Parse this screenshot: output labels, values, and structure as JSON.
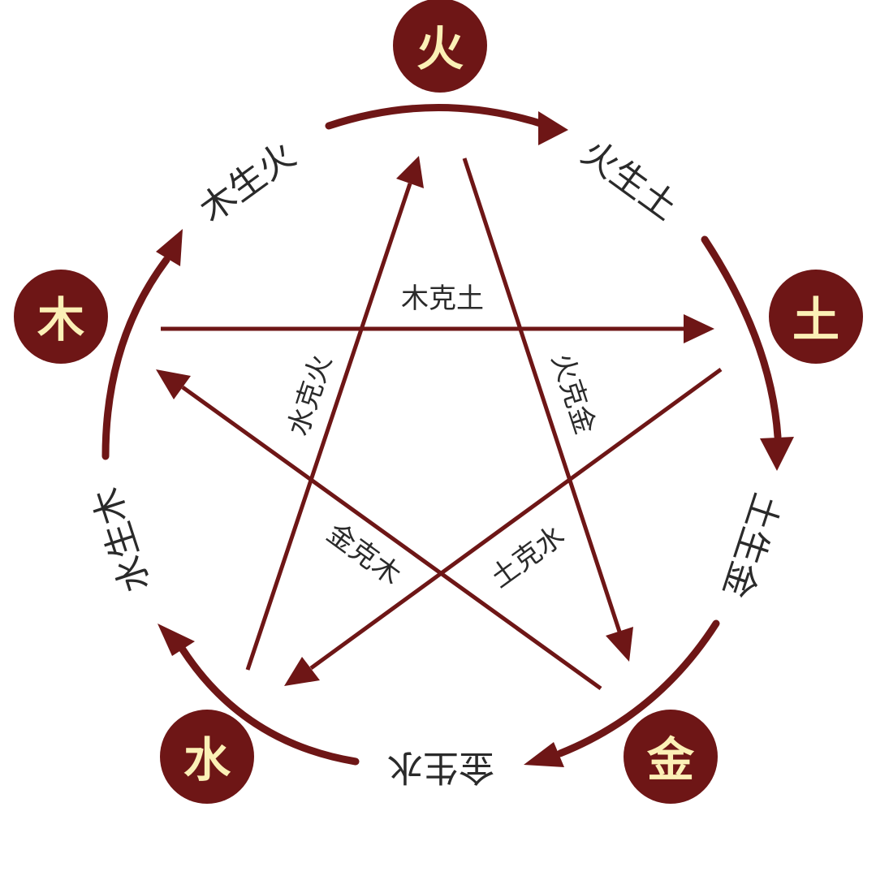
{
  "elements": {
    "fire": "火",
    "earth": "土",
    "metal": "金",
    "water": "水",
    "wood": "木"
  },
  "generating": {
    "wood_fire": "木生火",
    "fire_earth": "火生土",
    "earth_metal": "土生金",
    "metal_water": "金生水",
    "water_wood": "水生木"
  },
  "controlling": {
    "wood_earth": "木克土",
    "fire_metal": "火克金",
    "earth_water": "土克水",
    "metal_wood": "金克木",
    "water_fire": "水克火"
  },
  "colors": {
    "node_fill": "#6e1616",
    "node_text": "#fbf0b6",
    "arrow": "#6e1616",
    "label_text": "#2a2a2a",
    "background": "#ffffff"
  }
}
